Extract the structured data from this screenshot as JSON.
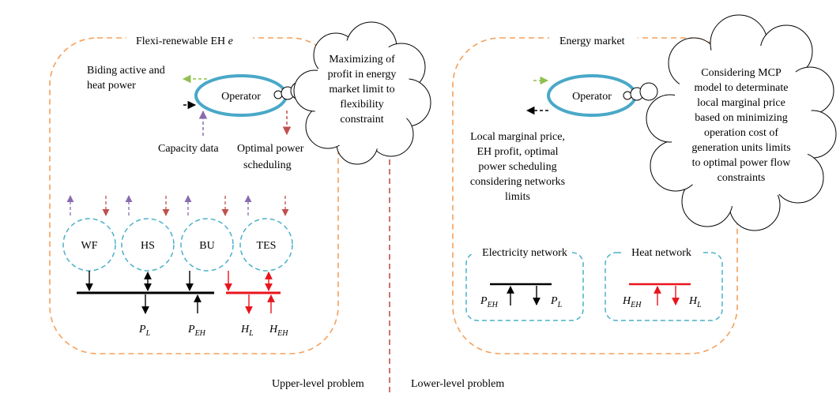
{
  "upper": {
    "title": "Flexi-renewable EH",
    "title_var": "e",
    "bidding_line1": "Biding active and",
    "bidding_line2": "heat power",
    "operator": "Operator",
    "capacity": "Capacity data",
    "optimal_line1": "Optimal power",
    "optimal_line2": "scheduling",
    "cloud": [
      "Maximizing of",
      "profit in energy",
      "market limit to",
      "flexibility",
      "constraint"
    ],
    "units": [
      "WF",
      "HS",
      "BU",
      "TES"
    ],
    "pl_main": "P",
    "pl_sub": "L",
    "peh_main": "P",
    "peh_sub": "EH",
    "hl_main": "H",
    "hl_sub": "L",
    "heh_main": "H",
    "heh_sub": "EH"
  },
  "lower": {
    "title": "Energy market",
    "operator": "Operator",
    "cloud": [
      "Considering MCP",
      "model to determinate",
      "local marginal price",
      "based on minimizing",
      "operation cost of",
      "generation units limits",
      "to optimal power flow",
      "constraints"
    ],
    "result": [
      "Local marginal price,",
      "EH profit, optimal",
      "power scheduling",
      "considering networks",
      "limits"
    ],
    "elec_title": "Electricity network",
    "heat_title": "Heat network",
    "peh_main": "P",
    "peh_sub": "EH",
    "pl_main": "P",
    "pl_sub": "L",
    "heh_main": "H",
    "heh_sub": "EH",
    "hl_main": "H",
    "hl_sub": "L"
  },
  "footer": {
    "upper_label": "Upper-level problem",
    "lower_label": "Lower-level problem"
  },
  "colors": {
    "orange": "#f5a05a",
    "teal": "#4bb0c9",
    "operator": "#4aa8c8",
    "red": "#e8141c",
    "purple": "#8a6bb0",
    "green": "#92c050",
    "brown": "#c0504d",
    "divider": "#c0504d"
  }
}
